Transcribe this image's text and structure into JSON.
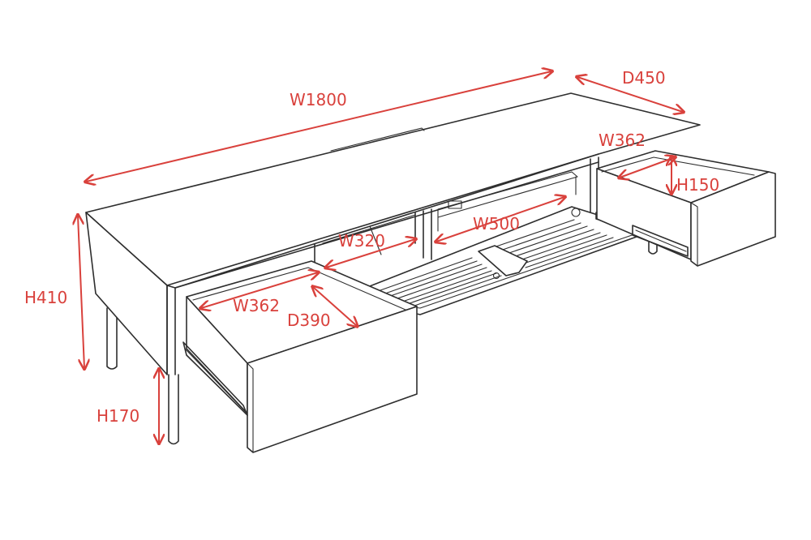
{
  "labels": {
    "overall_width": "W1800",
    "overall_depth": "D450",
    "overall_height": "H410",
    "leg_height": "H170",
    "left_drawer_width": "W362",
    "left_drawer_depth": "D390",
    "compartment_width": "W320",
    "cable_tray_width": "W500",
    "right_drawer_width": "W362",
    "right_drawer_height": "H150"
  },
  "colors": {
    "outline": "#2e2e2e",
    "dimension": "#d9413c"
  }
}
